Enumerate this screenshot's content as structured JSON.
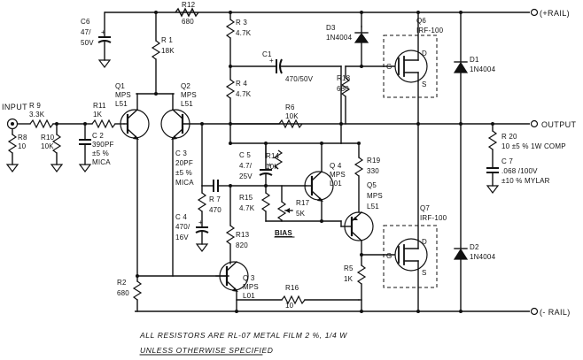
{
  "rails": {
    "pos": "(+RAIL)",
    "neg": "(- RAIL)",
    "output": "OUTPUT",
    "input": "INPUT"
  },
  "resistors": {
    "R1": [
      "R 1",
      "18K"
    ],
    "R2": [
      "R2",
      "680"
    ],
    "R3": [
      "R 3",
      "4.7K"
    ],
    "R4": [
      "R 4",
      "4.7K"
    ],
    "R5": [
      "R5",
      "1K"
    ],
    "R6": [
      "R6",
      "10K"
    ],
    "R7": [
      "R 7",
      "470"
    ],
    "R8": [
      "R8",
      "10"
    ],
    "R9": [
      "R 9",
      "3.3K"
    ],
    "R10": [
      "R10",
      "10K"
    ],
    "R11": [
      "R11",
      "1K"
    ],
    "R12": [
      "R12",
      "680"
    ],
    "R13": [
      "R13",
      "820"
    ],
    "R14": [
      "R14",
      "10K"
    ],
    "R15": [
      "R15",
      "4.7K"
    ],
    "R16": [
      "R16",
      "10"
    ],
    "R17": [
      "R17",
      "5K"
    ],
    "R18": [
      "R18",
      "680"
    ],
    "R19": [
      "R19",
      "330"
    ],
    "R20": [
      "R 20",
      "10 ±5 % 1W COMP"
    ]
  },
  "capacitors": {
    "C1": [
      "C1",
      "470/50V"
    ],
    "C2": [
      "C 2",
      "390PF",
      "±5 %",
      "MICA"
    ],
    "C3": [
      "C 3",
      "20PF",
      "±5 %",
      "MICA"
    ],
    "C4": [
      "C 4",
      "470/",
      "16V"
    ],
    "C5": [
      "C 5",
      "4.7/",
      "25V"
    ],
    "C6": [
      "C6",
      "47/",
      "50V"
    ],
    "C7": [
      "C 7",
      ".068 /100V",
      "±10 % MYLAR"
    ]
  },
  "transistors": {
    "Q1": [
      "Q1",
      "MPS",
      "L51"
    ],
    "Q2": [
      "Q2",
      "MPS",
      "L51"
    ],
    "Q3": [
      "Q 3",
      "MPS",
      "L01"
    ],
    "Q4": [
      "Q 4",
      "MPS",
      "L01"
    ],
    "Q5": [
      "Q5",
      "MPS",
      "L51"
    ],
    "Q6": [
      "Q6",
      "IRF-100"
    ],
    "Q7": [
      "Q7",
      "IRF-100"
    ]
  },
  "mosfet_pins": {
    "gate": "G",
    "drain": "D",
    "source": "S"
  },
  "diodes": {
    "D1": [
      "D1",
      "1N4004"
    ],
    "D2": [
      "D2",
      "1N4004"
    ],
    "D3": [
      "D3",
      "1N4004"
    ]
  },
  "bias_label": "BIAS",
  "notes": [
    "ALL RESISTORS ARE RL-07 METAL FILM 2 %, 1/4 W",
    "UNLESS OTHERWISE SPECIFIED"
  ]
}
